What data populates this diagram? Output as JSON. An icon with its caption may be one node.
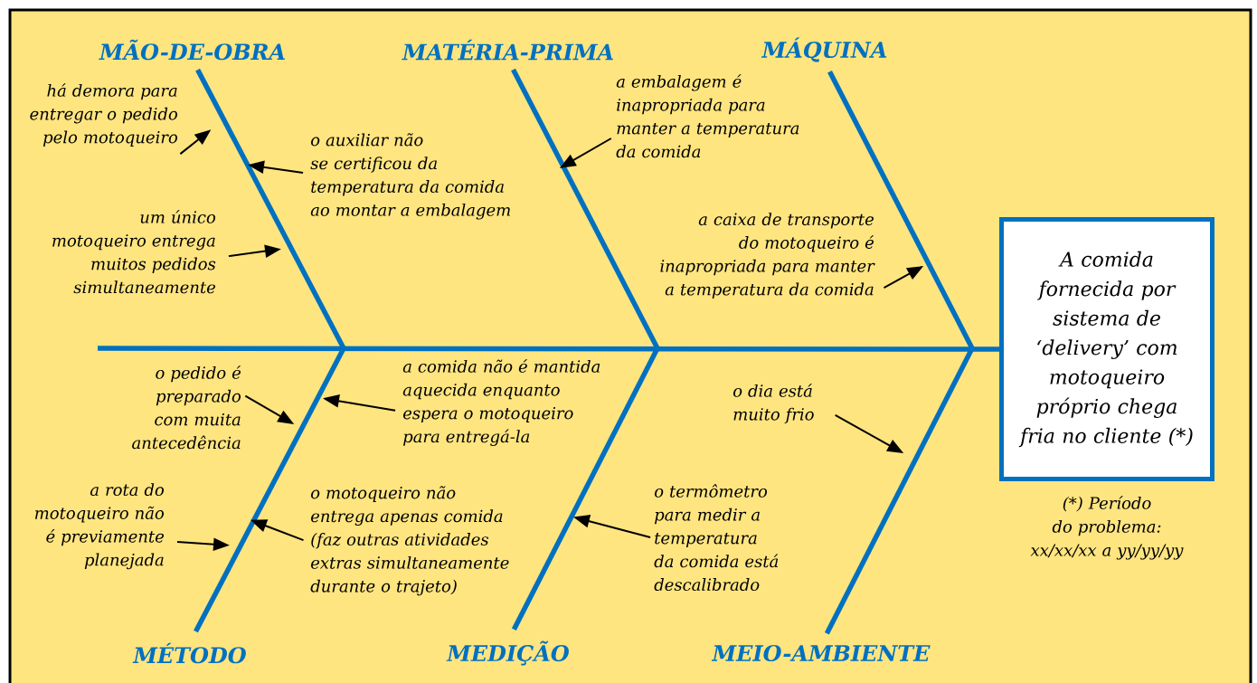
{
  "diagram": {
    "nodes": [
      {
        "text": [
          "MÃO-DE-OBRA"
        ]
      },
      {
        "text": [
          "MATÉRIA-PRIMA"
        ]
      },
      {
        "text": [
          "MÁQUINA"
        ]
      },
      {
        "text": [
          "há demora para entregar o pedido pelo motoqueiro"
        ]
      },
      {
        "text": [
          "o auxiliar não se certificou da temperatura da comida ao montar a embalagem"
        ]
      },
      {
        "text": [
          "um único motoqueiro entrega muitos pedidos simultaneamente"
        ]
      },
      {
        "text": [
          "a embalagem é inapropriada para manter a temperatura da comida"
        ]
      },
      {
        "text": [
          "a caixa de transporte do motoqueiro é inapropriada para manter a temperatura da comida"
        ]
      },
      {
        "text": [
          "A comida fornecida por sistema de ‘delivery’ com motoqueiro próprio chega fria no cliente (*)"
        ],
        "beside": [
          "(*) Período do problema: xx/xx/xx a yy/yy/yy"
        ]
      },
      {
        "text": [
          "o pedido é preparado com muita antecedência"
        ]
      },
      {
        "text": [
          "a comida não é mantida aquecida enquanto espera o motoqueiro para entregá-la"
        ]
      },
      {
        "text": [
          "o dia está muito frio"
        ]
      },
      {
        "text": [
          "a rota do motoqueiro não é previamente planejada"
        ]
      },
      {
        "text": [
          "o motoqueiro não entrega apenas comida (faz outras atividades extras simultaneamente durante o trajeto)"
        ]
      },
      {
        "text": [
          "o termômetro para medir a temperatura da comida está descalibrado"
        ]
      },
      {
        "text": [
          "MÉTODO"
        ]
      },
      {
        "text": [
          "MEDIÇÃO"
        ]
      },
      {
        "text": [
          "MEIO-AMBIENTE"
        ]
      }
    ],
    "edges": [
      {
        "from": 0,
        "to": null,
        "arrow": "none",
        "style": "thick",
        "color": "#0070c0"
      },
      {
        "from": 1,
        "to": null,
        "arrow": "none",
        "style": "thick",
        "color": "#0070c0"
      },
      {
        "from": 2,
        "to": null,
        "arrow": "none",
        "style": "thick",
        "color": "#0070c0"
      },
      {
        "from": 15,
        "to": null,
        "arrow": "none",
        "style": "thick",
        "color": "#0070c0"
      },
      {
        "from": 16,
        "to": null,
        "arrow": "none",
        "style": "thick",
        "color": "#0070c0"
      },
      {
        "from": 17,
        "to": null,
        "arrow": "none",
        "style": "thick",
        "color": "#0070c0"
      },
      {
        "from": null,
        "to": 8,
        "arrow": "none",
        "style": "thick",
        "color": "#0070c0"
      },
      {
        "from": 3,
        "to": null,
        "arrow": "to"
      },
      {
        "from": 4,
        "to": null,
        "arrow": "to"
      },
      {
        "from": 5,
        "to": null,
        "arrow": "to"
      },
      {
        "from": 6,
        "to": null,
        "arrow": "to"
      },
      {
        "from": 7,
        "to": null,
        "arrow": "to"
      },
      {
        "from": 9,
        "to": null,
        "arrow": "to"
      },
      {
        "from": 10,
        "to": null,
        "arrow": "to"
      },
      {
        "from": 11,
        "to": null,
        "arrow": "to"
      },
      {
        "from": 12,
        "to": null,
        "arrow": "to"
      },
      {
        "from": 13,
        "to": null,
        "arrow": "to"
      },
      {
        "from": 14,
        "to": null,
        "arrow": "to"
      }
    ]
  }
}
